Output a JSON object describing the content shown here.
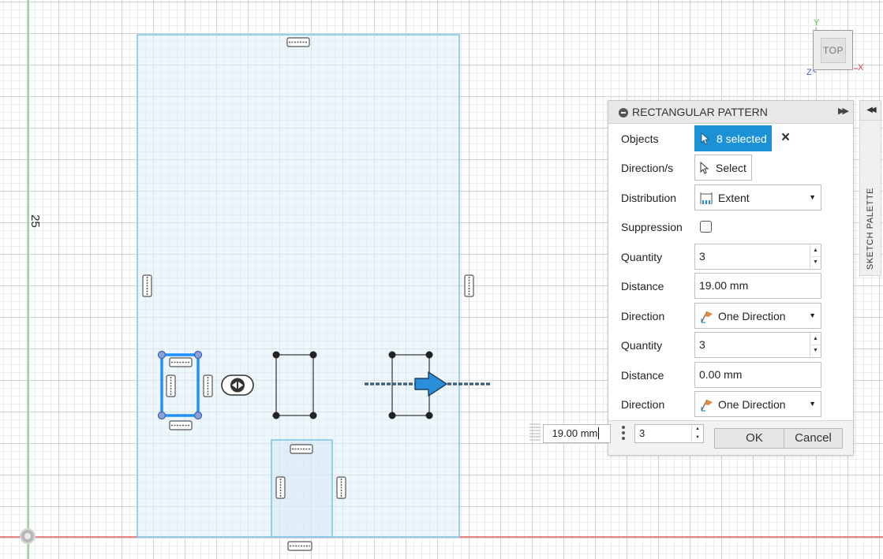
{
  "canvas": {
    "dimension_label": "25",
    "colors": {
      "x_axis": "#e0393e",
      "y_axis": "#49c649",
      "sketch_fill": "#e8f3fa",
      "sketch_outline": "#7cc4e8",
      "selected": "#1e90ff",
      "accent": "#1b91d6"
    }
  },
  "viewcube": {
    "face_label": "TOP",
    "axis_y": "Y",
    "axis_x": "X",
    "axis_z": "Z"
  },
  "dialog": {
    "title": "RECTANGULAR PATTERN",
    "rows": {
      "objects": {
        "label": "Objects",
        "value": "8 selected"
      },
      "directions": {
        "label": "Direction/s",
        "value": "Select"
      },
      "distribution": {
        "label": "Distribution",
        "value": "Extent"
      },
      "suppression": {
        "label": "Suppression",
        "checked": false
      },
      "quantity1": {
        "label": "Quantity",
        "value": "3"
      },
      "distance1": {
        "label": "Distance",
        "value": "19.00 mm"
      },
      "direction1": {
        "label": "Direction",
        "value": "One Direction"
      },
      "quantity2": {
        "label": "Quantity",
        "value": "3"
      },
      "distance2": {
        "label": "Distance",
        "value": "0.00 mm"
      },
      "direction2": {
        "label": "Direction",
        "value": "One Direction"
      }
    },
    "ok_label": "OK",
    "cancel_label": "Cancel"
  },
  "palette": {
    "label": "SKETCH PALETTE"
  },
  "float_inputs": {
    "distance": "19.00 mm",
    "quantity": "3"
  }
}
